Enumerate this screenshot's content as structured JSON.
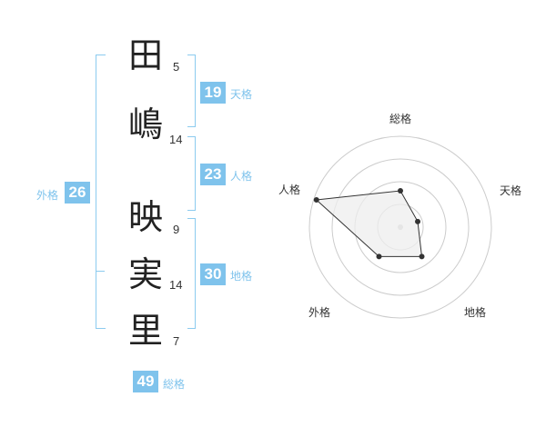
{
  "name": {
    "chars": [
      {
        "char": "田",
        "strokes": "5"
      },
      {
        "char": "嶋",
        "strokes": "14"
      },
      {
        "char": "映",
        "strokes": "9"
      },
      {
        "char": "実",
        "strokes": "14"
      },
      {
        "char": "里",
        "strokes": "7"
      }
    ]
  },
  "fortunes": {
    "tenkaku": {
      "value": "19",
      "label": "天格"
    },
    "jinkaku": {
      "value": "23",
      "label": "人格"
    },
    "chikaku": {
      "value": "30",
      "label": "地格"
    },
    "gaikaku": {
      "value": "26",
      "label": "外格"
    },
    "soukaku": {
      "value": "49",
      "label": "総格"
    }
  },
  "chart_data": {
    "type": "radar",
    "axes": [
      "総格",
      "天格",
      "地格",
      "外格",
      "人格"
    ],
    "values": [
      0.4,
      0.2,
      0.4,
      0.4,
      0.97
    ],
    "max": 1,
    "rings": 4,
    "grid": true,
    "colors": {
      "fill": "#eeeeee",
      "line": "#333333",
      "ring": "#cccccc",
      "point": "#333333"
    }
  },
  "colors": {
    "accent": "#7fc3ec"
  }
}
